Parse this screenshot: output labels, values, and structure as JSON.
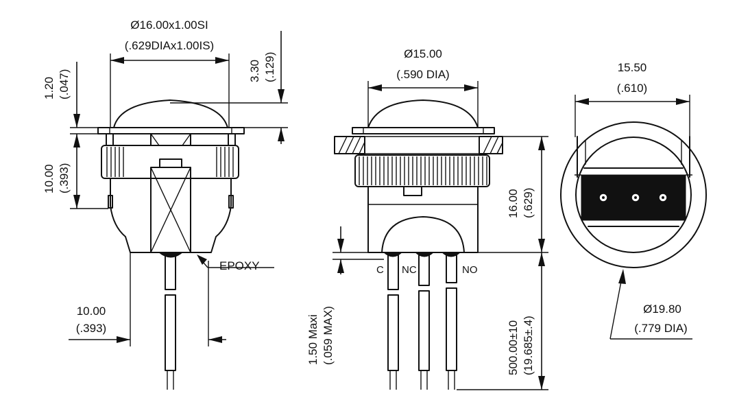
{
  "left_view": {
    "top_dim_line1": "Ø16.00x1.00SI",
    "top_dim_line2": "(.629DIAx1.00IS)",
    "right_dim_line1": "3.30",
    "right_dim_line2": "(.129)",
    "left_dim_a_line1": "1.20",
    "left_dim_a_line2": "(.047)",
    "left_dim_b_line1": "10.00",
    "left_dim_b_line2": "(.393)",
    "epoxy_label": "EPOXY",
    "bottom_dim_line1": "10.00",
    "bottom_dim_line2": "(.393)"
  },
  "middle_view": {
    "top_dim_line1": "Ø15.00",
    "top_dim_line2": "(.590 DIA)",
    "height_dim_line1": "16.00",
    "height_dim_line2": "(.629)",
    "left_dim_line1": "1.50 Maxi",
    "left_dim_line2": "(.059 MAX)",
    "wire_length_line1": "500.00±10",
    "wire_length_line2": "(19.685±.4)",
    "terminal_c": "C",
    "terminal_nc": "NC",
    "terminal_no": "NO"
  },
  "right_view": {
    "top_dim_line1": "15.50",
    "top_dim_line2": "(.610)",
    "dia_line1": "Ø19.80",
    "dia_line2": "(.779 DIA)"
  }
}
